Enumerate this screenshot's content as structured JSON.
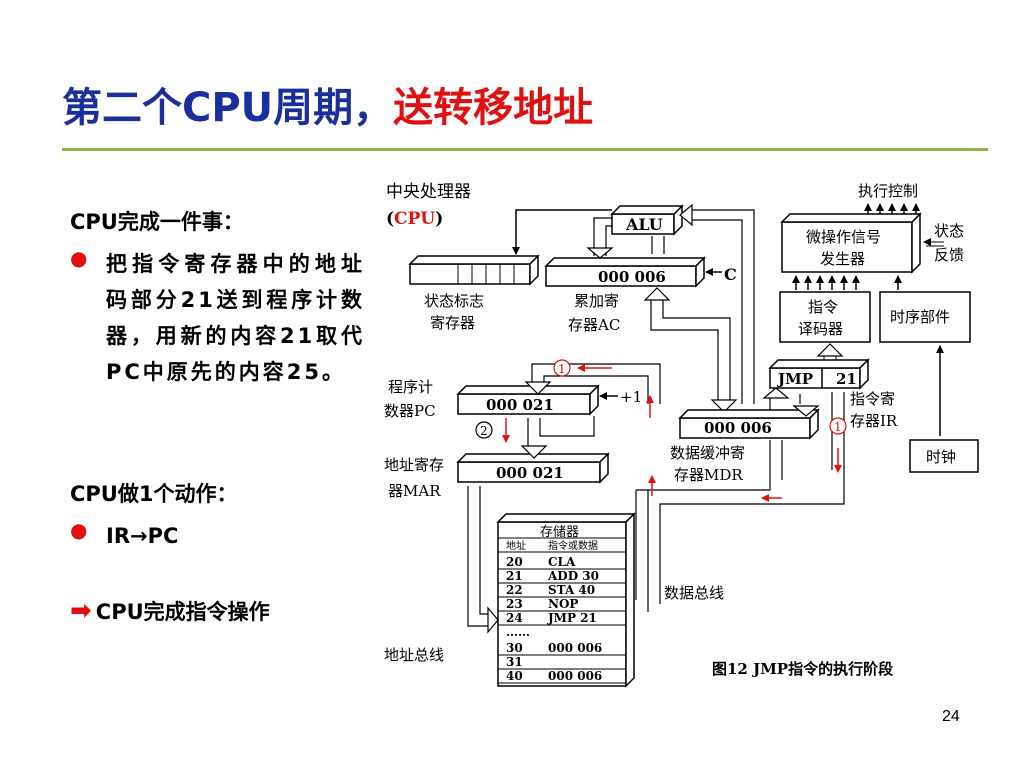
{
  "slide": {
    "title_blue": "第二个CPU周期，",
    "title_red": "送转移地址",
    "page_number": "24"
  },
  "left_text": {
    "heading1": "CPU完成一件事：",
    "bullet1": "把指令寄存器中的地址码部分21送到程序计数器，用新的内容21取代PC中原先的内容25。",
    "heading2": "CPU做1个动作：",
    "bullet2": "IR→PC",
    "conclusion": "CPU完成指令操作"
  },
  "diagram": {
    "cpu_label": "中央处理器",
    "cpu_paren_open": "(",
    "cpu_abbr": "CPU",
    "cpu_paren_close": ")",
    "alu": "ALU",
    "status_reg_1": "状态标志",
    "status_reg_2": "寄存器",
    "ac_value": "000  006",
    "c_label": "C",
    "ac_label_1": "累加寄",
    "ac_label_2": "存器AC",
    "exec_control": "执行控制",
    "micro_1": "微操作信号",
    "micro_2": "发生器",
    "status_fb_1": "状态",
    "status_fb_2": "反馈",
    "decoder_1": "指令",
    "decoder_2": "译码器",
    "timing": "时序部件",
    "ir_op": "JMP",
    "ir_addr": "21",
    "ir_label_1": "指令寄",
    "ir_label_2": "存器IR",
    "clock": "时钟",
    "pc_label_1": "程序计",
    "pc_label_2": "数器PC",
    "pc_value": "000   021",
    "plus_one": "+1",
    "mdr_value": "000  006",
    "mdr_label_1": "数据缓冲寄",
    "mdr_label_2": "存器MDR",
    "mar_label_1": "地址寄存",
    "mar_label_2": "器MAR",
    "mar_value": "000  021",
    "step1": "1",
    "step2": "2",
    "memory_title": "存储器",
    "memory_header_addr": "地址",
    "memory_header_data": "指令或数据",
    "memory_rows": [
      {
        "addr": "20",
        "data": "CLA"
      },
      {
        "addr": "21",
        "data": "ADD   30"
      },
      {
        "addr": "22",
        "data": "STA    40"
      },
      {
        "addr": "23",
        "data": "NOP"
      },
      {
        "addr": "24",
        "data": "JMP    21"
      },
      {
        "addr": "……",
        "data": ""
      },
      {
        "addr": "30",
        "data": "000  006"
      },
      {
        "addr": "31",
        "data": ""
      },
      {
        "addr": "40",
        "data": "000  006"
      }
    ],
    "data_bus": "数据总线",
    "addr_bus": "地址总线",
    "caption": "图12   JMP指令的执行阶段"
  }
}
